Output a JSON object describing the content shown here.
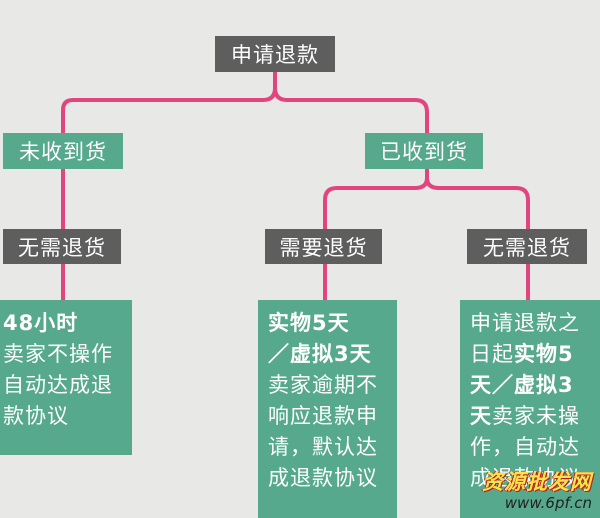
{
  "root": {
    "label": "申请退款"
  },
  "branches": {
    "not_received": {
      "label": "未收到货"
    },
    "received": {
      "label": "已收到货"
    }
  },
  "actions": {
    "no_return_left": {
      "label": "无需退货"
    },
    "need_return": {
      "label": "需要退货"
    },
    "no_return_right": {
      "label": "无需退货"
    }
  },
  "rules": {
    "left": {
      "line1": "48小时",
      "line2": "卖家不操作",
      "line3": "自动达成退",
      "line4": "款协议"
    },
    "middle": {
      "line1": "实物5天",
      "line2": "／虚拟3天",
      "line3": "卖家逾期不",
      "line4": "响应退款申",
      "line5": "请，默认达",
      "line6": "成退款协议"
    },
    "right": {
      "line1": "申请退款之",
      "line2a": "日起",
      "line2b": "实物5",
      "line3a": "天／虚拟3",
      "line4a": "天",
      "line4b": "卖家未操",
      "line5": "作，自动达",
      "line6": "成退款协议"
    }
  },
  "watermark": {
    "text": "资源批发网",
    "domain": "www.6pf.cn"
  },
  "colors": {
    "gray_node": "#5e5e5e",
    "green_node": "#56a98d",
    "connector": "#e0457f",
    "background": "#e8e8e6"
  }
}
